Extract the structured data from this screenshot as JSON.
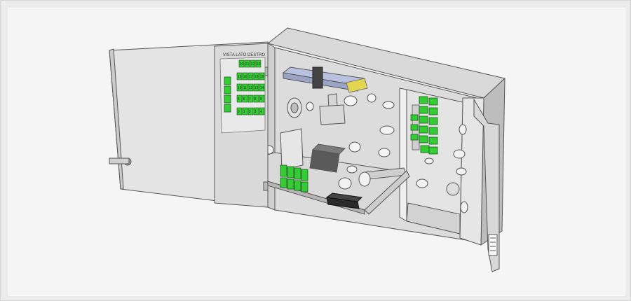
{
  "door": {
    "label": "VISTA LATO DESTRO",
    "rows": [
      [
        "20",
        "21",
        "22",
        "23"
      ],
      [
        "15",
        "16",
        "17",
        "18",
        "19"
      ],
      [
        "10",
        "11",
        "12",
        "13",
        "14"
      ],
      [
        "5",
        "6",
        "7",
        "8",
        "9"
      ],
      [
        "0",
        "1",
        "2",
        "3",
        "4"
      ]
    ]
  },
  "colors": {
    "background": "#f5f5f5",
    "enclosure": "#e0e0e0",
    "enclosure_shade": "#c8c8c8",
    "adapter_green": "#33cc33",
    "tray_blue": "#b8c2e0",
    "outline": "#555555"
  },
  "icons": [
    "door-latch-icon",
    "sc-adapter-icon",
    "splice-tray-icon",
    "cable-gland-icon"
  ]
}
